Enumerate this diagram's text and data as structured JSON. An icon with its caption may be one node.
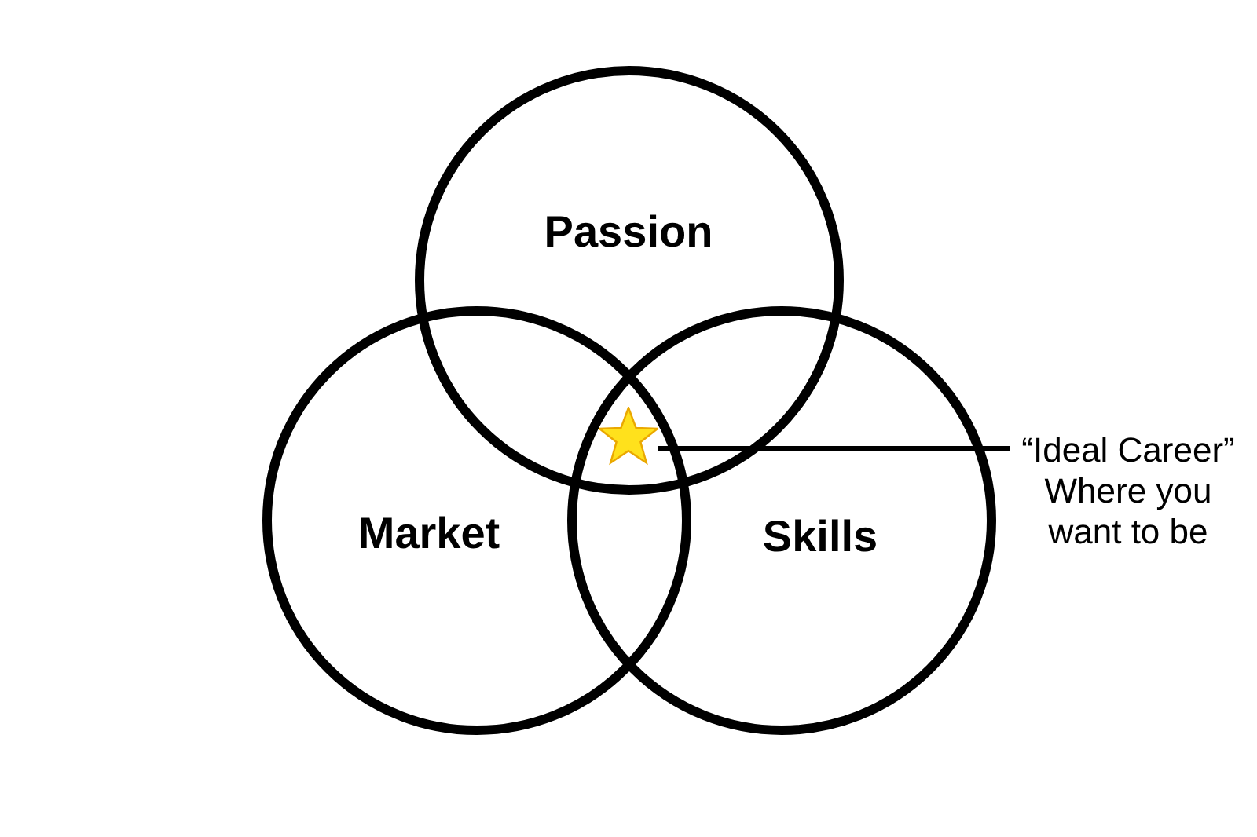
{
  "diagram": {
    "nodes": [
      {
        "text": [
          "Passion"
        ]
      },
      {
        "text": [
          "Market"
        ]
      },
      {
        "text": [
          "Skills"
        ]
      },
      {
        "text": [],
        "shape": "star"
      },
      {
        "text": [
          "“Ideal Career”",
          "Where you want to be"
        ]
      }
    ],
    "edges": [
      {
        "from": 4,
        "to": 3,
        "arrow": "none"
      }
    ]
  }
}
